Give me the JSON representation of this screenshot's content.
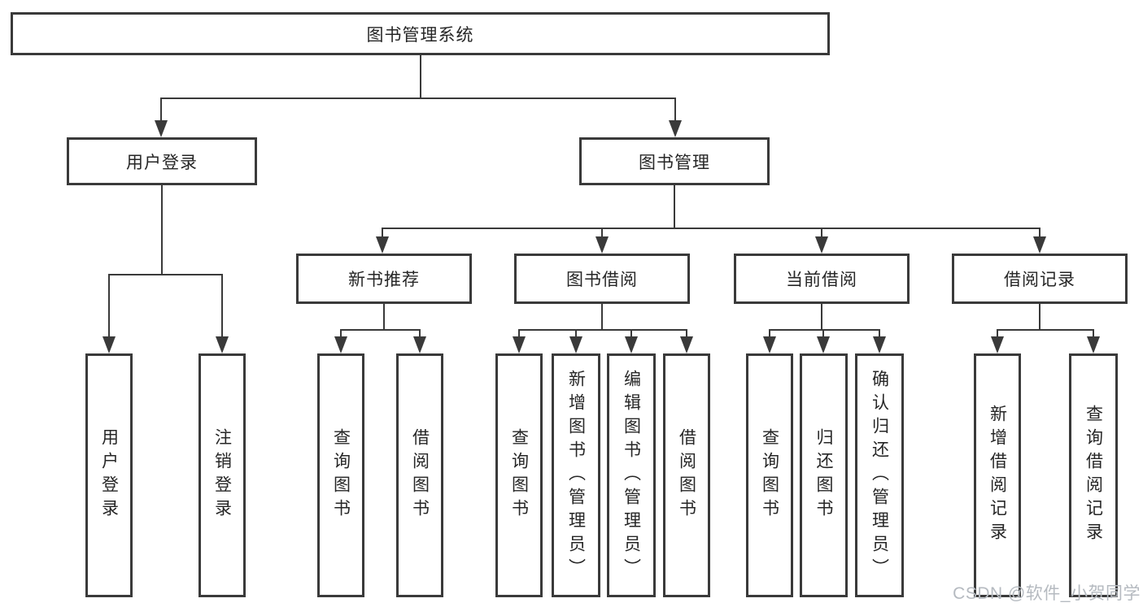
{
  "diagram": {
    "title": "图书管理系统",
    "branches": [
      {
        "label": "用户登录",
        "children": [
          {
            "label": "用户登录"
          },
          {
            "label": "注销登录"
          }
        ]
      },
      {
        "label": "图书管理",
        "children": [
          {
            "label": "新书推荐",
            "children": [
              {
                "label": "查询图书"
              },
              {
                "label": "借阅图书"
              }
            ]
          },
          {
            "label": "图书借阅",
            "children": [
              {
                "label": "查询图书"
              },
              {
                "label": "新增图书（管理员）"
              },
              {
                "label": "编辑图书（管理员）"
              },
              {
                "label": "借阅图书"
              }
            ]
          },
          {
            "label": "当前借阅",
            "children": [
              {
                "label": "查询图书"
              },
              {
                "label": "归还图书"
              },
              {
                "label": "确认归还（管理员）"
              }
            ]
          },
          {
            "label": "借阅记录",
            "children": [
              {
                "label": "新增借阅记录"
              },
              {
                "label": "查询借阅记录"
              }
            ]
          }
        ]
      }
    ]
  },
  "watermark": {
    "text": "CSDN @软件_小贺同学"
  },
  "colors": {
    "line": "#3a3a3a",
    "text": "#262626",
    "background": "#ffffff",
    "watermark": "#b5bac0"
  }
}
